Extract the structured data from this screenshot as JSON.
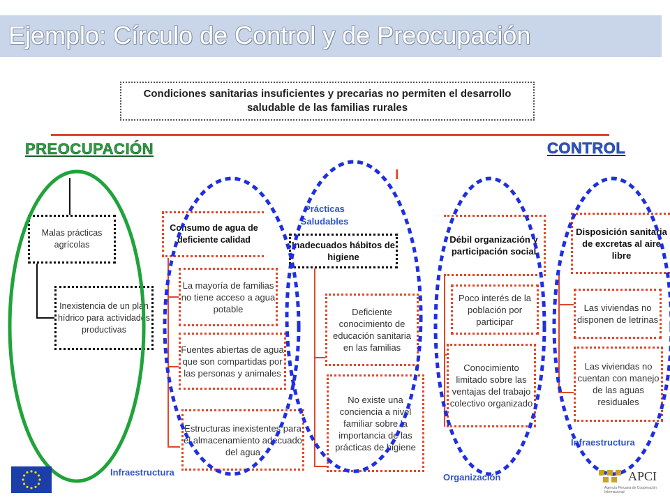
{
  "title": "Ejemplo:  Círculo de Control y de  Preocupación",
  "problem": "Condiciones sanitarias insuficientes y precarias no permiten el desarrollo saludable de las familias rurales",
  "headings": {
    "preocupacion": "PREOCUPACIÓN",
    "control": "CONTROL"
  },
  "marker": "I",
  "col1": {
    "malas": "Malas prácticas agrícolas",
    "inexistencia": "Inexistencia de un plan hídrico para actividades productivas"
  },
  "col2": {
    "header": "Consumo de agua de deficiente calidad",
    "item1": "La mayoría de familias no tiene acceso a agua potable",
    "item2": "Fuentes abiertas de agua que son compartidas por las personas y animales",
    "item3": "Estructuras inexistentes para el almacenamiento adecuado del agua",
    "label": "Infraestructura"
  },
  "col3": {
    "title": "Prácticas Saludables",
    "header": "Inadecuados hábitos de higiene",
    "item1": "Deficiente conocimiento de educación sanitaria en las familias",
    "item2": "No existe una conciencia a nivel familiar sobre la importancia de las prácticas de higiene"
  },
  "col4": {
    "header": "Débil organización y participación social",
    "item1": "Poco interés de la población por participar",
    "item2": "Conocimiento limitado sobre las ventajas del trabajo colectivo organizado",
    "label": "Organización"
  },
  "col5": {
    "header": "Disposición sanitaria de excretas al aire libre",
    "item1": "Las viviendas no disponen de letrinas",
    "item2": "Las viviendas no cuentan con manejo de las aguas residuales",
    "label": "Infraestructura"
  },
  "logo_right": "APCI",
  "logo_right_sub": "Agencia Peruana de Cooperación Internacional",
  "colors": {
    "green": "#1fa33a",
    "blue": "#1f2fe0",
    "red": "#e0472a",
    "title_bg": "#c9d5e9"
  }
}
